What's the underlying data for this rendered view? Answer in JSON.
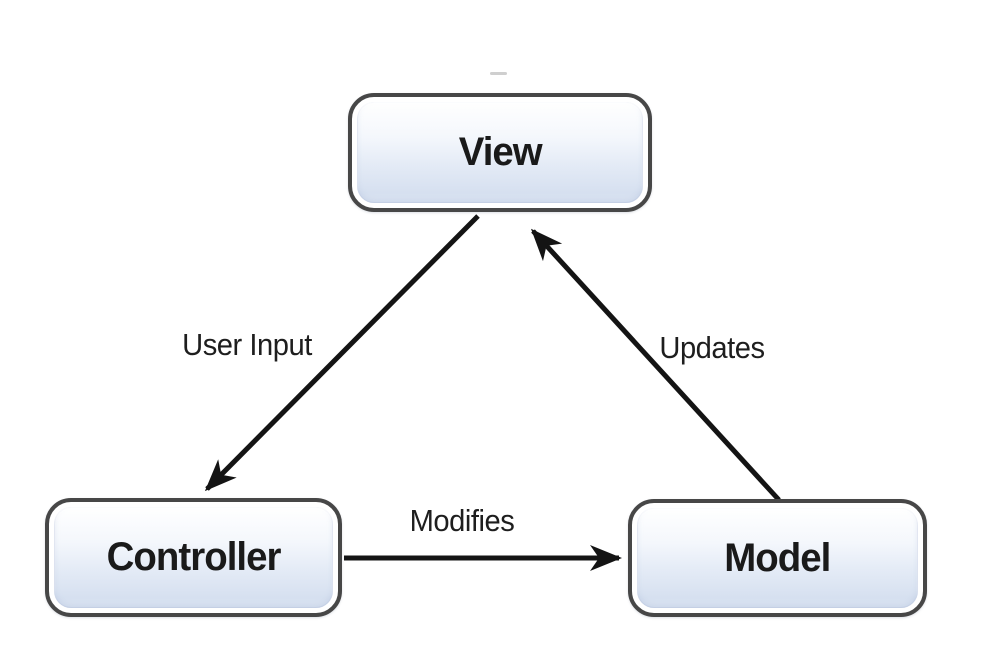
{
  "diagram": {
    "type": "mvc-pattern-diagram",
    "nodes": {
      "view": {
        "label": "View"
      },
      "controller": {
        "label": "Controller"
      },
      "model": {
        "label": "Model"
      }
    },
    "edges": {
      "user_input": {
        "from": "View",
        "to": "Controller",
        "label": "User Input"
      },
      "modifies": {
        "from": "Controller",
        "to": "Model",
        "label": "Modifies"
      },
      "updates": {
        "from": "Model",
        "to": "View",
        "label": "Updates"
      }
    },
    "colors": {
      "node_border": "#474747",
      "node_fill_top": "#ffffff",
      "node_fill_bottom": "#d6e0f0",
      "arrow": "#141414",
      "text": "#1a1a1a",
      "background": "#ffffff"
    }
  }
}
